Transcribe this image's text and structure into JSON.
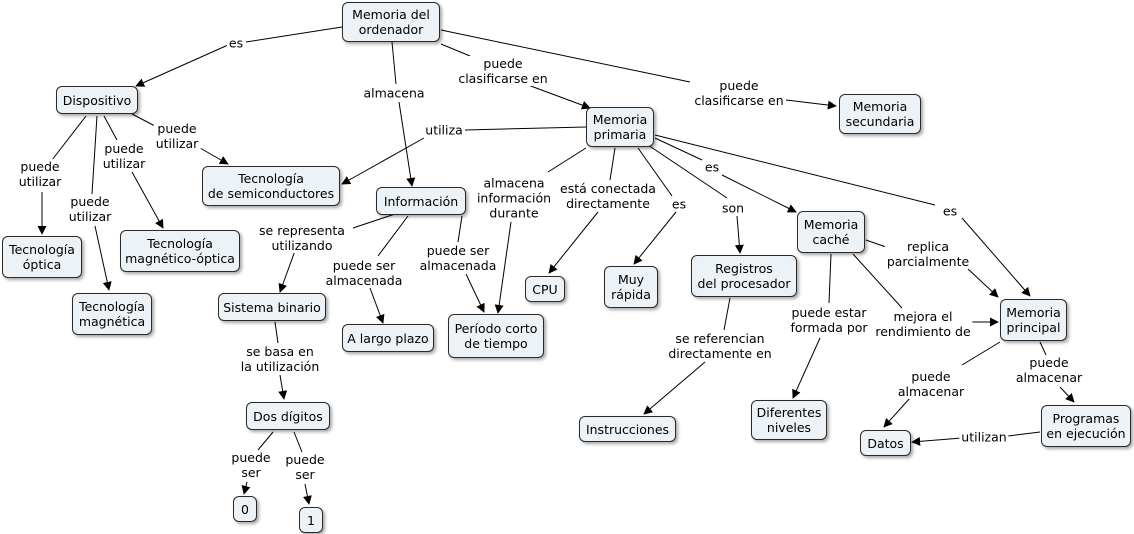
{
  "nodes": {
    "memoria_ordenador": "Memoria del\nordenador",
    "dispositivo": "Dispositivo",
    "memoria_primaria": "Memoria\nprimaria",
    "memoria_secundaria": "Memoria\nsecundaria",
    "tec_semiconductores": "Tecnología\nde semiconductores",
    "informacion": "Información",
    "tec_optica": "Tecnología\nóptica",
    "tec_magnetico_optica": "Tecnología\nmagnético-óptica",
    "tec_magnetica": "Tecnología\nmagnética",
    "sistema_binario": "Sistema binario",
    "a_largo_plazo": "A largo plazo",
    "periodo_corto": "Período corto\nde tiempo",
    "cpu": "CPU",
    "muy_rapida": "Muy\nrápida",
    "registros": "Registros\ndel procesador",
    "memoria_cache": "Memoria\ncaché",
    "memoria_principal": "Memoria\nprincipal",
    "dos_digitos": "Dos dígitos",
    "cero": "0",
    "uno": "1",
    "instrucciones": "Instrucciones",
    "diferentes_niveles": "Diferentes\nniveles",
    "datos": "Datos",
    "programas": "Programas\nen ejecución"
  },
  "links": {
    "es_1": "es",
    "almacena": "almacena",
    "clasif_1": "puede\nclasificarse en",
    "clasif_2": "puede\nclasificarse en",
    "puede_utilizar_1": "puede\nutilizar",
    "puede_utilizar_2": "puede\nutilizar",
    "puede_utilizar_3": "puede\nutilizar",
    "puede_utilizar_4": "puede\nutilizar",
    "utiliza": "utiliza",
    "almacena_info": "almacena\ninformación\ndurante",
    "conectada": "está conectada\ndirectamente",
    "es_2": "es",
    "son": "son",
    "es_3": "es",
    "es_4": "es",
    "representa": "se representa\nutilizando",
    "almacenada_1": "puede ser\nalmacenada",
    "almacenada_2": "puede ser\nalmacenada",
    "basa": "se basa en\nla utilización",
    "ser_1": "puede\nser",
    "ser_2": "puede\nser",
    "referencian": "se referencian\ndirectamente en",
    "formada": "puede estar\nformada por",
    "mejora": "mejora el\nrendimiento de",
    "replica": "replica\nparcialmente",
    "almacenar_1": "puede\nalmacenar",
    "almacenar_2": "puede\nalmacenar",
    "utilizan": "utilizan"
  }
}
